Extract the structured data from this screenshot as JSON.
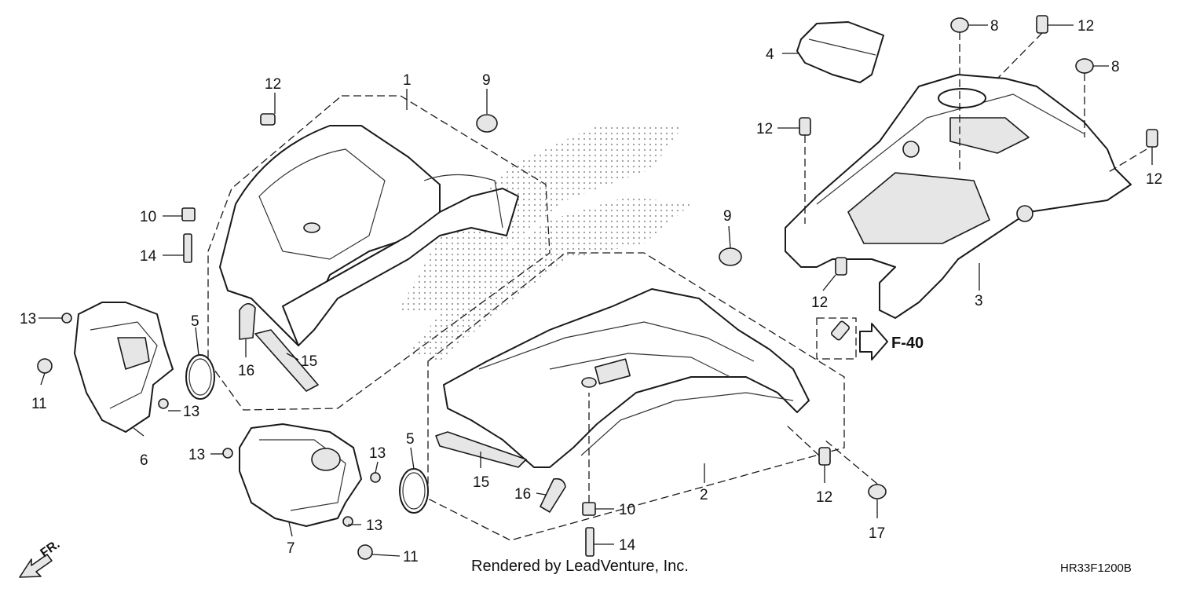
{
  "callouts": {
    "c1": "1",
    "c2": "2",
    "c3": "3",
    "c4": "4",
    "c5a": "5",
    "c5b": "5",
    "c6": "6",
    "c7": "7",
    "c8a": "8",
    "c8b": "8",
    "c9a": "9",
    "c9b": "9",
    "c10a": "10",
    "c10b": "10",
    "c11a": "11",
    "c11b": "11",
    "c12a": "12",
    "c12b": "12",
    "c12c": "12",
    "c12d": "12",
    "c12e": "12",
    "c12f": "12",
    "c13a": "13",
    "c13b": "13",
    "c13c": "13",
    "c13d": "13",
    "c13e": "13",
    "c14a": "14",
    "c14b": "14",
    "c15a": "15",
    "c15b": "15",
    "c16a": "16",
    "c16b": "16",
    "c17": "17"
  },
  "reference_label": "F-40",
  "direction_label": "FR.",
  "credit": "Rendered by LeadVenture, Inc.",
  "diagram_code": "HR33F1200B",
  "colors": {
    "line": "#1a1a1a",
    "shade": "#e6e6e6",
    "background": "#ffffff"
  }
}
